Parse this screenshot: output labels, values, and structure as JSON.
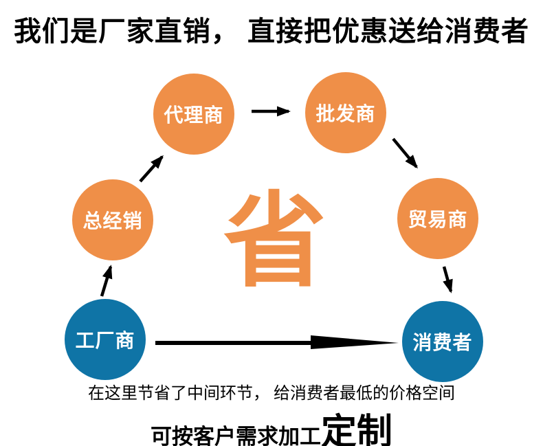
{
  "page": {
    "title": "我们是厂家直销， 直接把优惠送给消费者",
    "center_label": "省",
    "caption": "在这里节省了中间环节， 给消费者最低的价格空间",
    "footer": {
      "prefix": "可按客户需求加工",
      "highlight": "定制"
    }
  },
  "diagram": {
    "nodes": [
      {
        "id": "agent",
        "label": "代理商",
        "color": "#EF8F48"
      },
      {
        "id": "wholesaler",
        "label": "批发商",
        "color": "#EF8F48"
      },
      {
        "id": "distributor",
        "label": "总经销",
        "color": "#EF8F48"
      },
      {
        "id": "trader",
        "label": "贸易商",
        "color": "#EF8F48"
      },
      {
        "id": "factory",
        "label": "工厂商",
        "color": "#0F74A6"
      },
      {
        "id": "consumer",
        "label": "消费者",
        "color": "#0F74A6"
      }
    ],
    "edges": [
      {
        "from": "工厂商",
        "to": "总经销"
      },
      {
        "from": "总经销",
        "to": "代理商"
      },
      {
        "from": "代理商",
        "to": "批发商"
      },
      {
        "from": "批发商",
        "to": "贸易商"
      },
      {
        "from": "贸易商",
        "to": "消费者"
      },
      {
        "from": "工厂商",
        "to": "消费者"
      }
    ]
  },
  "colors": {
    "middleman_node": "#EF8F48",
    "endpoint_node": "#0F74A6",
    "center_char": "#EF8F48",
    "node_label_text": "#FFFFFF",
    "arrow": "#000000",
    "title_text": "#000000",
    "background": "#FFFFFF"
  }
}
